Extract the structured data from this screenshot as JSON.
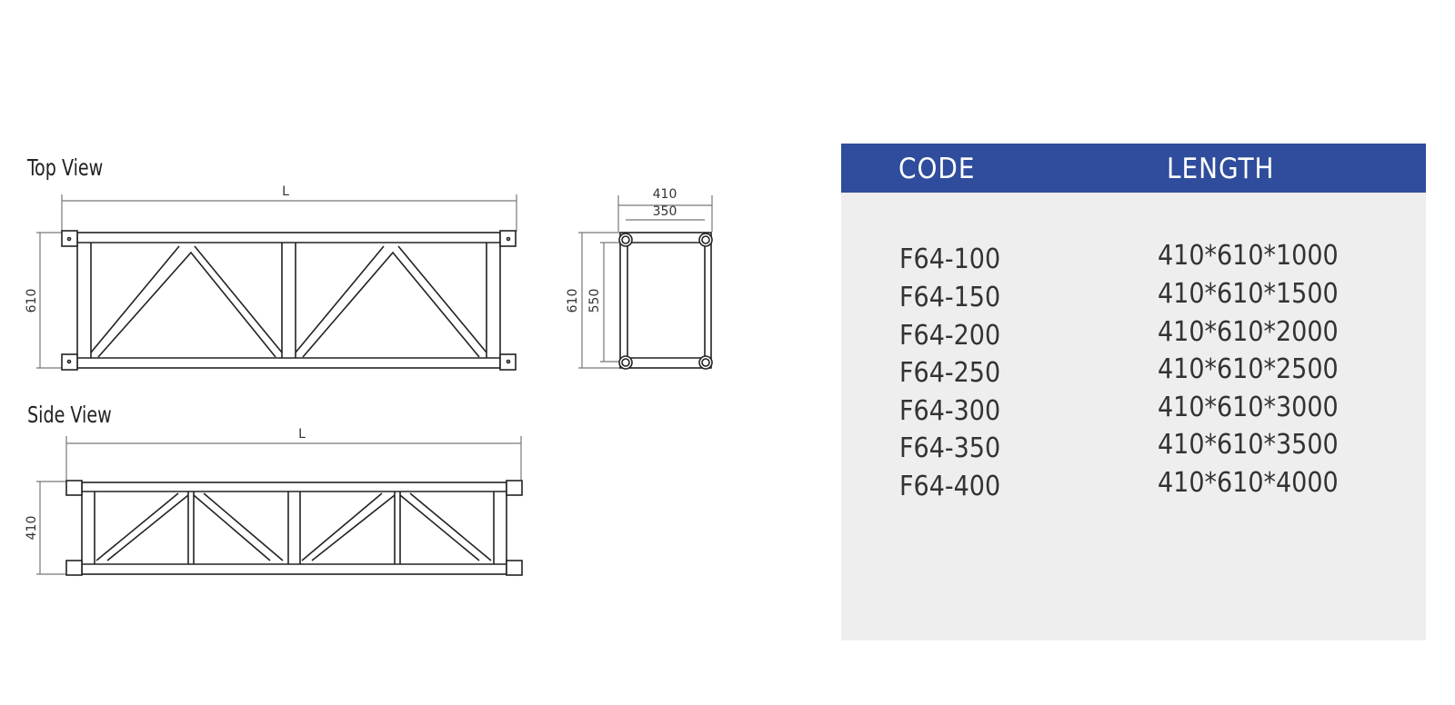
{
  "drawing": {
    "top_view_title": "Top View",
    "side_view_title": "Side View",
    "top_length_label": "L",
    "top_height_label": "610",
    "end_outer_width": "410",
    "end_inner_width": "350",
    "end_outer_height": "610",
    "end_inner_height": "550",
    "side_length_label": "L",
    "side_height_label": "410"
  },
  "spec_table": {
    "header_color": "#2f4d9c",
    "columns": [
      "CODE",
      "LENGTH"
    ],
    "rows": [
      {
        "code": "F64-100",
        "length": "410*610*1000"
      },
      {
        "code": "F64-150",
        "length": "410*610*1500"
      },
      {
        "code": "F64-200",
        "length": "410*610*2000"
      },
      {
        "code": "F64-250",
        "length": "410*610*2500"
      },
      {
        "code": "F64-300",
        "length": "410*610*3000"
      },
      {
        "code": "F64-350",
        "length": "410*610*3500"
      },
      {
        "code": "F64-400",
        "length": "410*610*4000"
      }
    ]
  }
}
